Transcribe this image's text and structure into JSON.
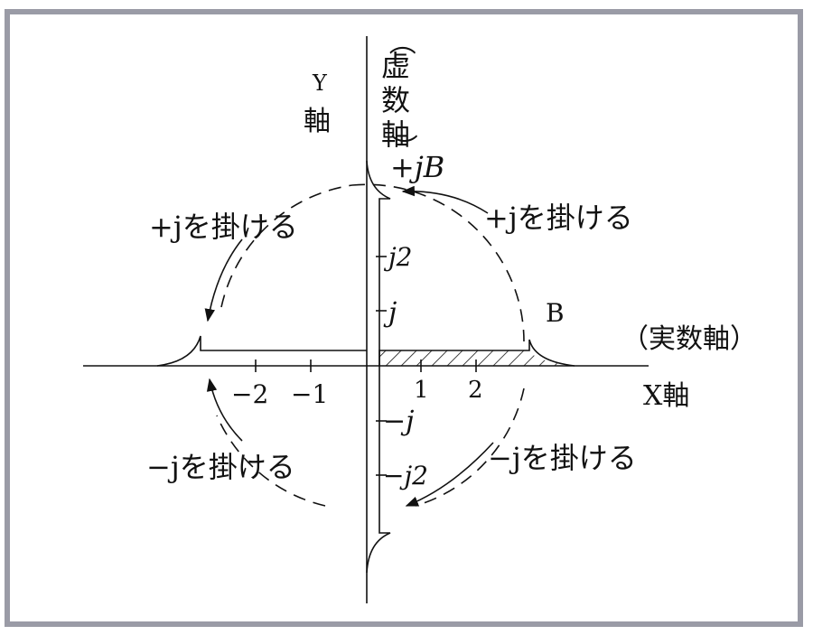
{
  "axes": {
    "y_axis_label": "Y",
    "y_axis_label_kanji": "軸",
    "imag_axis_label_chars": [
      "（",
      "虚",
      "数",
      "軸",
      "）"
    ],
    "real_axis_label": "（実数軸）",
    "x_axis_label": "X軸"
  },
  "ticks": {
    "x_neg2": "−2",
    "x_neg1": "−1",
    "x_1": "1",
    "x_2": "2",
    "y_j2": "j2",
    "y_j": "j",
    "y_negj": "−j",
    "y_negj2": "−j2"
  },
  "vectors": {
    "plus_jB": "+jB",
    "B": "B"
  },
  "annotations": {
    "upper_right": "+jを掛ける",
    "upper_left": "+jを掛ける",
    "lower_left": "−jを掛ける",
    "lower_right": "−jを掛ける"
  }
}
